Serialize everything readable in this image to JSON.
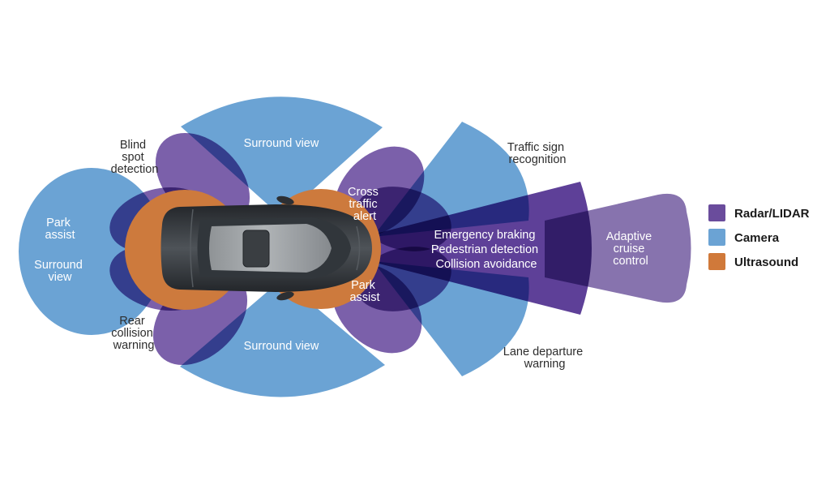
{
  "colors": {
    "background": "#ffffff",
    "camera_blue": "#6ba3d4",
    "radar_purple": "#7b60aa",
    "radar_dark": "#5e4098",
    "radar_light": "#8773ae",
    "ultrasound_orange": "#cd7a3d",
    "text_dark": "#2d2d2d",
    "text_light": "#ffffff",
    "legend_text": "#1b1b1b"
  },
  "labels": {
    "blind_spot": {
      "l1": "Blind",
      "l2": "spot",
      "l3": "detection"
    },
    "park_assist_rear": {
      "l1": "Park",
      "l2": "assist"
    },
    "surround_left": {
      "l1": "Surround",
      "l2": "view"
    },
    "rear_collision": {
      "l1": "Rear",
      "l2": "collision",
      "l3": "warning"
    },
    "surround_top": {
      "l1": "Surround view"
    },
    "surround_bottom": {
      "l1": "Surround view"
    },
    "cross_traffic": {
      "l1": "Cross",
      "l2": "traffic",
      "l3": "alert"
    },
    "park_assist_front": {
      "l1": "Park",
      "l2": "assist"
    },
    "emergency": {
      "l1": "Emergency braking",
      "l2": "Pedestrian detection",
      "l3": "Collision avoidance"
    },
    "traffic_sign": {
      "l1": "Traffic sign",
      "l2": "recognition"
    },
    "adaptive_cruise": {
      "l1": "Adaptive",
      "l2": "cruise",
      "l3": "control"
    },
    "lane_departure": {
      "l1": "Lane departure",
      "l2": "warning"
    }
  },
  "legend": {
    "items": [
      {
        "label": "Radar/LIDAR",
        "color": "#6a4c9c"
      },
      {
        "label": "Camera",
        "color": "#6ba3d4"
      },
      {
        "label": "Ultrasound",
        "color": "#d0793a"
      }
    ]
  }
}
